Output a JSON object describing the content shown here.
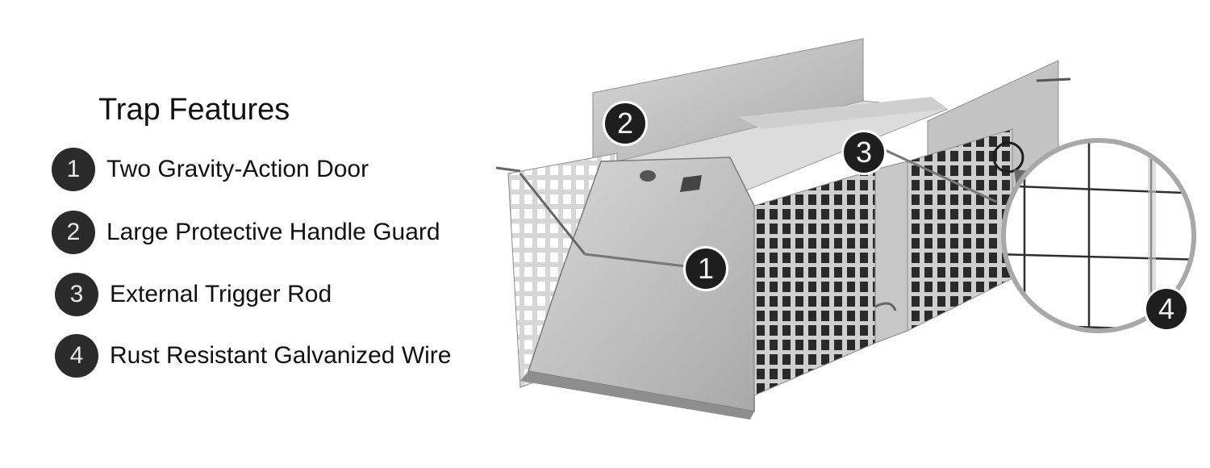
{
  "header": {
    "title": "Trap Features"
  },
  "features": [
    {
      "number": "1",
      "label": "Two Gravity-Action Door"
    },
    {
      "number": "2",
      "label": "Large Protective Handle Guard"
    },
    {
      "number": "3",
      "label": "External Trigger Rod"
    },
    {
      "number": "4",
      "label": "Rust Resistant Galvanized Wire"
    }
  ],
  "callouts": [
    {
      "number": "1"
    },
    {
      "number": "2"
    },
    {
      "number": "3"
    },
    {
      "number": "4"
    }
  ],
  "colors": {
    "badge_bg": "#2b2b2b",
    "badge_text": "#e8e8e8",
    "metal": "#bdbdbd",
    "mesh_dark": "#2a2a2a",
    "magnifier_ring": "#a8a8a8"
  }
}
